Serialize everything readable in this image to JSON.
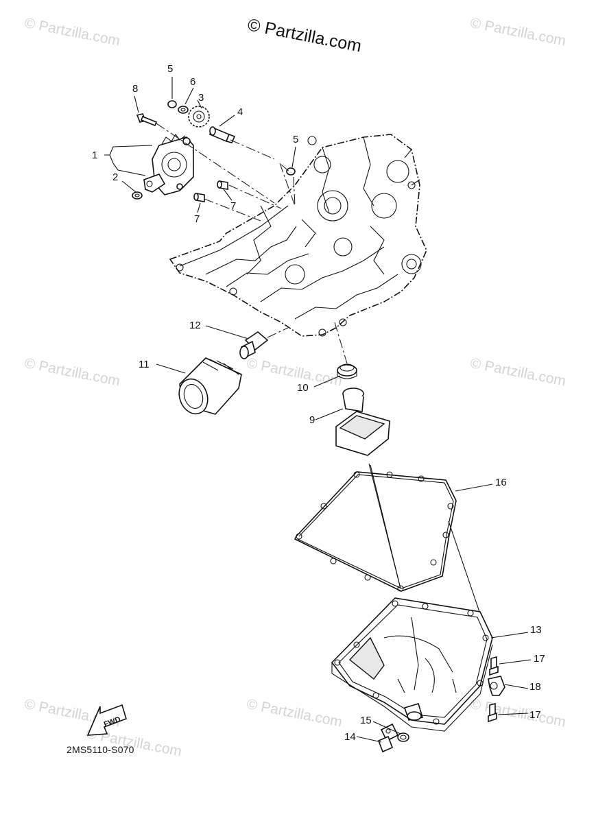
{
  "header": {
    "copyright": "© Partzilla.com"
  },
  "watermarks": [
    "© Partzilla.com",
    "© Partzilla.com",
    "© Partzilla.com",
    "© Partzilla.com",
    "© Partzilla.com",
    "© Partzilla.com",
    "© Partzilla.com",
    "© Partzilla.com",
    "© Partzilla.com"
  ],
  "callouts": {
    "c1": "1",
    "c2": "2",
    "c3": "3",
    "c4": "4",
    "c5a": "5",
    "c5b": "5",
    "c6": "6",
    "c7a": "7",
    "c7b": "7",
    "c8": "8",
    "c9": "9",
    "c10": "10",
    "c11": "11",
    "c12": "12",
    "c13": "13",
    "c14": "14",
    "c15": "15",
    "c16": "16",
    "c17a": "17",
    "c17b": "17",
    "c18": "18"
  },
  "fwd_label": "FWD",
  "diagram_code": "2MS5110-S070"
}
